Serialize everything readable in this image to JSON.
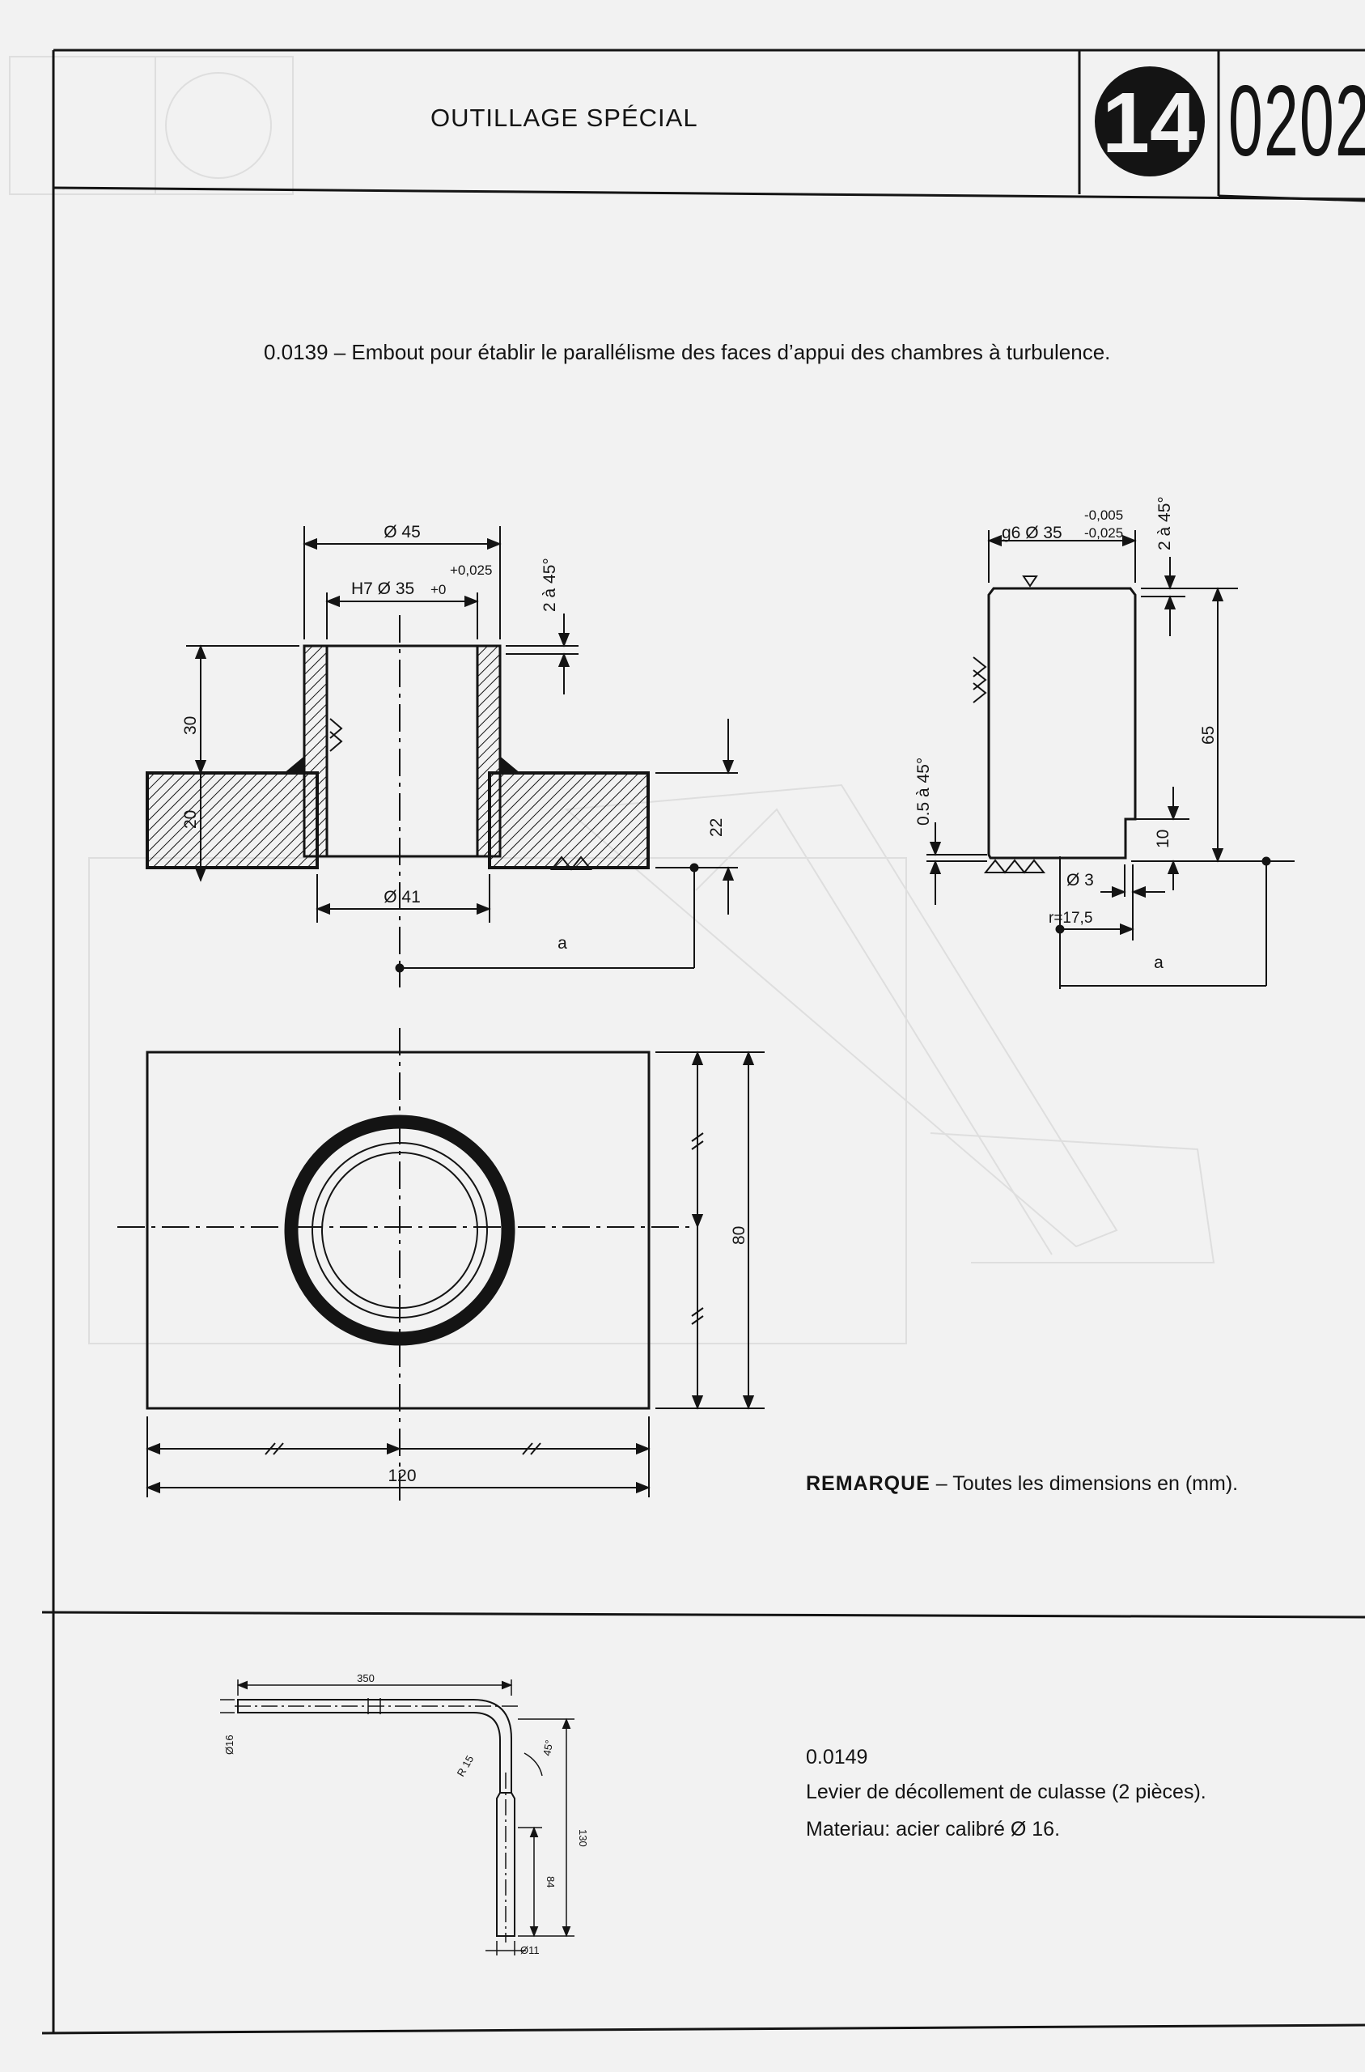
{
  "header": {
    "title": "OUTILLAGE SPÉCIAL",
    "chapter": "14",
    "page_number": "0202"
  },
  "part_1": {
    "reference": "0.0139",
    "caption": "0.0139 – Embout pour établir le parallélisme des faces d’appui des chambres à turbulence.",
    "dimensions": {
      "d45": "Ø 45",
      "tol_plus": "+0,025",
      "h7": "H7 Ø 35",
      "tol_zero": "+0",
      "chamfer": "2 à 45°",
      "h30": "30",
      "h20": "20",
      "h22": "22",
      "d41": "Ø 41",
      "a": "a",
      "w120": "120",
      "h80": "80"
    }
  },
  "part_2": {
    "tol_upper": "-0,005",
    "g6": "g6 Ø 35",
    "tol_lower": "-0,025",
    "chamfer_top": "2 à 45°",
    "chamfer_bottom": "0.5 à 45°",
    "h65": "65",
    "h10": "10",
    "d3": "Ø 3",
    "r": "r=17,5",
    "a": "a"
  },
  "remark": {
    "label": "REMARQUE",
    "text": " – Toutes les dimensions en (mm)."
  },
  "lever": {
    "reference": "0.0149",
    "description": "Levier de décollement de culasse (2 pièces).",
    "material": "Materiau: acier calibré Ø 16.",
    "dims": {
      "l350": "350",
      "d16": "Ø16",
      "r": "R 15",
      "angle": "45°",
      "h130": "130",
      "h84": "84",
      "d11": "Ø11"
    }
  }
}
